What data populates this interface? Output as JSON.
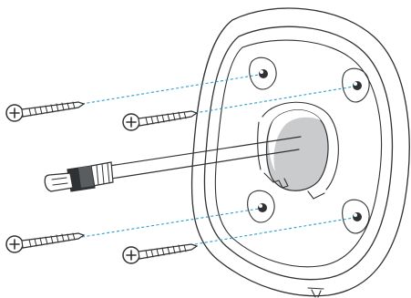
{
  "figure": {
    "description_text": "",
    "colors": {
      "line": "#2f3133",
      "guide": "#2a9fcf",
      "hole_shadow": "#c9cbcd",
      "background": "#ffffff"
    },
    "parts": {
      "mounting_plate": "mounting-plate",
      "screws": [
        "screw-1",
        "screw-2",
        "screw-3",
        "screw-4"
      ],
      "cable": "usb-c-cable",
      "screw_holes": [
        "hole-top-left",
        "hole-top-right",
        "hole-bottom-left",
        "hole-bottom-right"
      ],
      "guides": "dashed-alignment-lines"
    }
  }
}
